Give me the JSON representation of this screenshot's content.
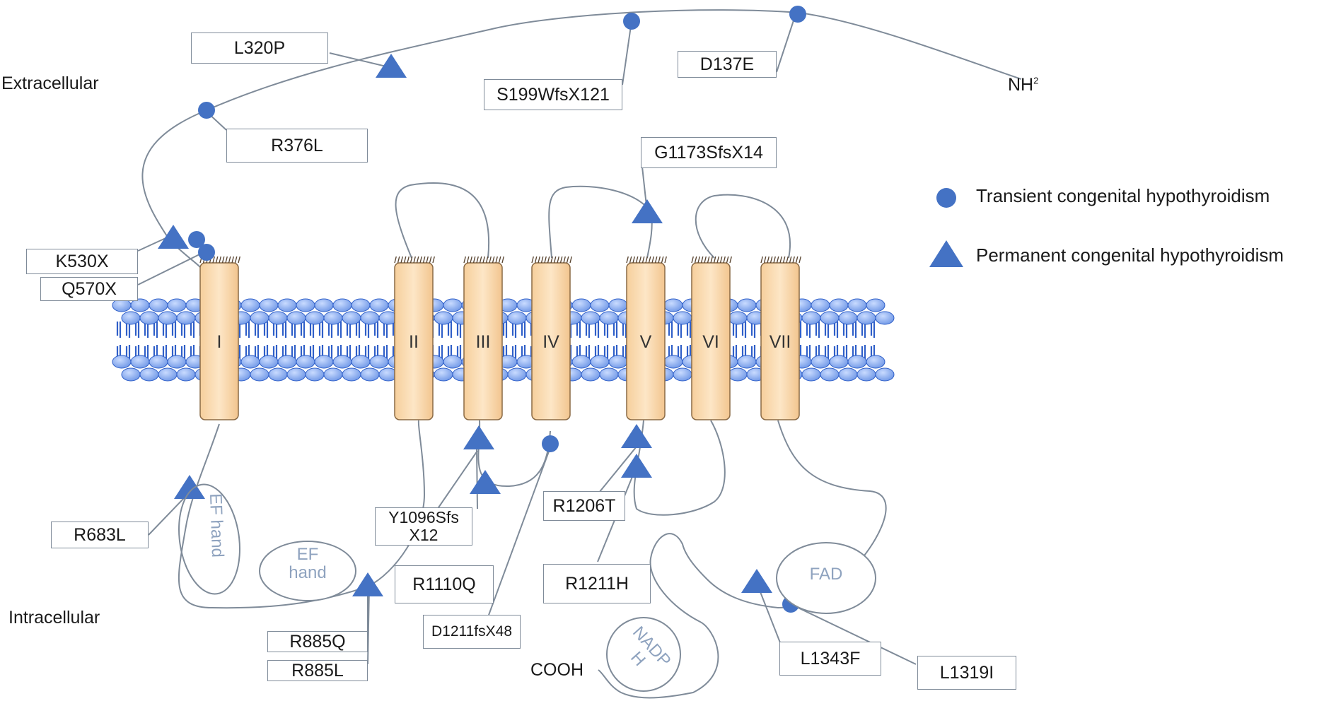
{
  "regions": {
    "extracellular": "Extracellular",
    "intracellular": "Intracellular"
  },
  "termini": {
    "n_terminus": "NH",
    "n_terminus_sup": "2",
    "c_terminus": "COOH"
  },
  "helices": [
    "I",
    "II",
    "III",
    "IV",
    "V",
    "VI",
    "VII"
  ],
  "domains": {
    "ef_hand_1": "EF hand",
    "ef_hand_2_line1": "EF",
    "ef_hand_2_line2": "hand",
    "fad": "FAD",
    "nadph": "NADP H"
  },
  "mutations": {
    "l320p": "L320P",
    "s199wfsx121": "S199WfsX121",
    "d137e": "D137E",
    "r376l": "R376L",
    "g1173sfsx14": "G1173SfsX14",
    "k530x": "K530X",
    "q570x": "Q570X",
    "r683l": "R683L",
    "y1096sfsx12_line1": "Y1096Sfs",
    "y1096sfsx12_line2": "X12",
    "r1110q": "R1110Q",
    "d1211fsx48": "D1211fsX48",
    "r885q": "R885Q",
    "r885l": "R885L",
    "r1206t": "R1206T",
    "r1211h": "R1211H",
    "l1343f": "L1343F",
    "l1319i": "L1319I"
  },
  "legend": {
    "transient": "Transient congenital hypothyroidism",
    "permanent": "Permanent congenital hypothyroidism"
  },
  "colors": {
    "marker": "#4472c4",
    "helix_fill": "#fde3bf",
    "membrane": "#2f5fc8",
    "line": "#7f8b99",
    "domain_text": "#8fa3bf"
  }
}
